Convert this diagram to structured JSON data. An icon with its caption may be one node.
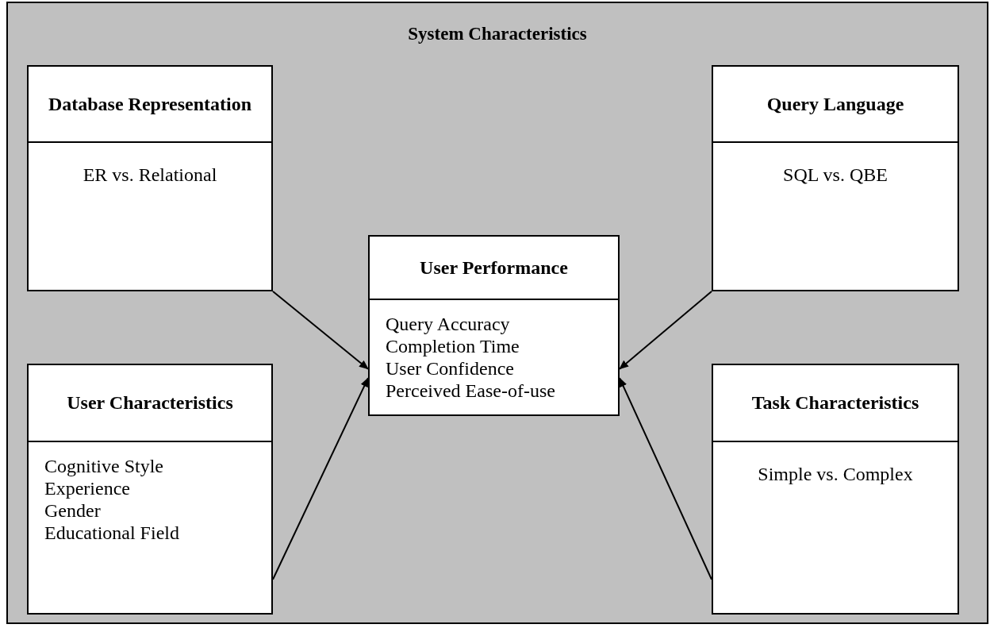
{
  "diagram": {
    "nodes": [
      {
        "text": [
          "System Characteristics"
        ]
      },
      {
        "text": [
          "Database Representation",
          "ER vs. Relational"
        ],
        "in": 0
      },
      {
        "text": [
          "Query Language",
          "SQL vs. QBE"
        ],
        "in": 0
      },
      {
        "text": [
          "User Performance",
          "Query Accuracy",
          "Completion Time",
          "User Confidence",
          "Perceived Ease-of-use"
        ],
        "in": 0
      },
      {
        "text": [
          "User Characteristics",
          "Cognitive Style",
          "Experience",
          "Gender",
          "Educational Field"
        ],
        "in": 0
      },
      {
        "text": [
          "Task Characteristics",
          "Simple vs. Complex"
        ],
        "in": 0
      }
    ],
    "edges": [
      {
        "from": 1,
        "to": 3,
        "arrow": "to"
      },
      {
        "from": 2,
        "to": 3,
        "arrow": "to"
      },
      {
        "from": 4,
        "to": 3,
        "arrow": "to"
      },
      {
        "from": 5,
        "to": 3,
        "arrow": "to"
      }
    ]
  }
}
